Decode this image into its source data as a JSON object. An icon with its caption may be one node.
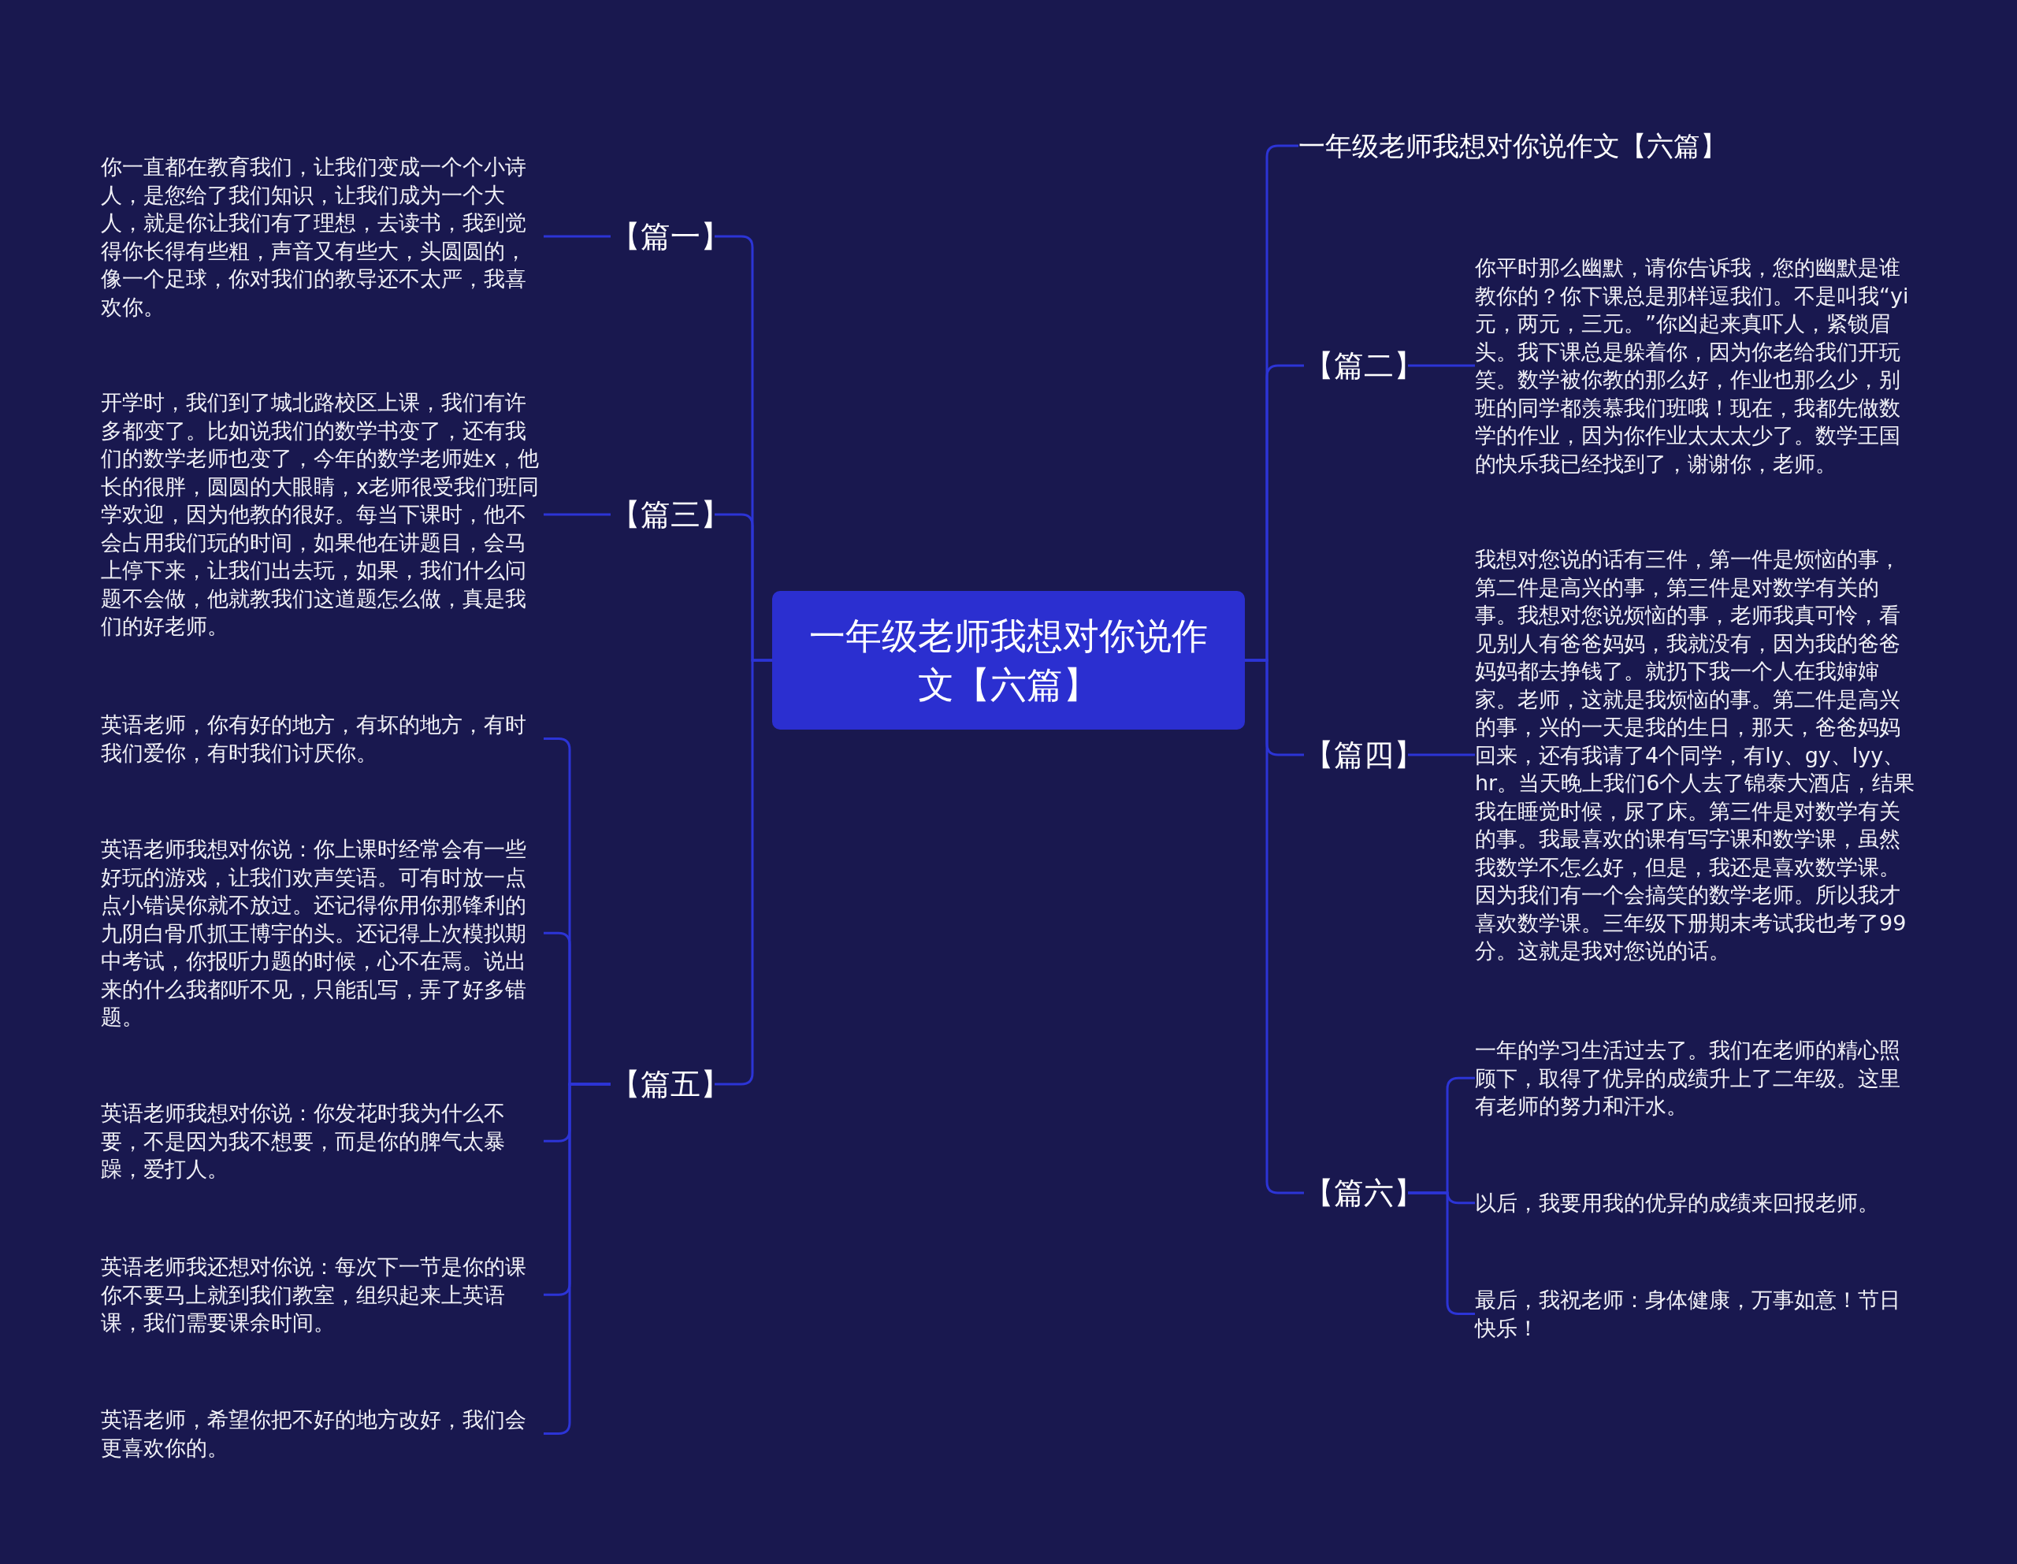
{
  "diagram": {
    "nodes": [
      {
        "text": [
          "一年级老师我想对你说作文【六篇】"
        ]
      },
      {
        "text": [
          "一年级老师我想对你说作文【六篇】"
        ]
      },
      {
        "text": [
          "【篇一】"
        ]
      },
      {
        "text": [
          "你一直都在教育我们，让我们变成一个个小诗人，是您给了我们知识，让我们成为一个大人，就是你让我们有了理想，去读书，我到觉得你长得有些粗，声音又有些大，头圆圆的，像一个足球，你对我们的教导还不太严，我喜欢你。"
        ]
      },
      {
        "text": [
          "【篇二】"
        ]
      },
      {
        "text": [
          "你平时那么幽默，请你告诉我，您的幽默是谁教你的？你下课总是那样逗我们。不是叫我“yi元，两元，三元。”你凶起来真吓人，紧锁眉头。我下课总是躲着你，因为你老给我们开玩笑。数学被你教的那么好，作业也那么少，别班的同学都羡慕我们班哦！现在，我都先做数学的作业，因为你作业太太太少了。数学王国的快乐我已经找到了，谢谢你，老师。"
        ]
      },
      {
        "text": [
          "【篇三】"
        ]
      },
      {
        "text": [
          "开学时，我们到了城北路校区上课，我们有许多都变了。比如说我们的数学书变了，还有我们的数学老师也变了，今年的数学老师姓x，他长的很胖，圆圆的大眼睛，x老师很受我们班同学欢迎，因为他教的很好。每当下课时，他不会占用我们玩的时间，如果他在讲题目，会马上停下来，让我们出去玩，如果，我们什么问题不会做，他就教我们这道题怎么做，真是我们的好老师。"
        ]
      },
      {
        "text": [
          "【篇四】"
        ]
      },
      {
        "text": [
          "我想对您说的话有三件，第一件是烦恼的事，第二件是高兴的事，第三件是对数学有关的事。我想对您说烦恼的事，老师我真可怜，看见别人有爸爸妈妈，我就没有，因为我的爸爸妈妈都去挣钱了。就扔下我一个人在我婶婶家。老师，这就是我烦恼的事。第二件是高兴的事，兴的一天是我的生日，那天，爸爸妈妈回来，还有我请了4个同学，有ly、gy、lyy、hr。当天晚上我们6个人去了锦泰大酒店，结果我在睡觉时候，尿了床。第三件是对数学有关的事。我最喜欢的课有写字课和数学课，虽然我数学不怎么好，但是，我还是喜欢数学课。因为我们有一个会搞笑的数学老师。所以我才喜欢数学课。三年级下册期末考试我也考了99分。这就是我对您说的话。"
        ]
      },
      {
        "text": [
          "【篇五】"
        ]
      },
      {
        "text": [
          "英语老师，你有好的地方，有坏的地方，有时我们爱你，有时我们讨厌你。"
        ]
      },
      {
        "text": [
          "英语老师我想对你说：你上课时经常会有一些好玩的游戏，让我们欢声笑语。可有时放一点点小错误你就不放过。还记得你用你那锋利的九阴白骨爪抓王博宇的头。还记得上次模拟期中考试，你报听力题的时候，心不在焉。说出来的什么我都听不见，只能乱写，弄了好多错题。"
        ]
      },
      {
        "text": [
          "英语老师我想对你说：你发花时我为什么不要，不是因为我不想要，而是你的脾气太暴躁，爱打人。"
        ]
      },
      {
        "text": [
          "英语老师我还想对你说：每次下一节是你的课你不要马上就到我们教室，组织起来上英语课，我们需要课余时间。"
        ]
      },
      {
        "text": [
          "英语老师，希望你把不好的地方改好，我们会更喜欢你的。"
        ]
      },
      {
        "text": [
          "【篇六】"
        ]
      },
      {
        "text": [
          "一年的学习生活过去了。我们在老师的精心照顾下，取得了优异的成绩升上了二年级。这里有老师的努力和汗水。"
        ]
      },
      {
        "text": [
          "以后，我要用我的优异的成绩来回报老师。"
        ]
      },
      {
        "text": [
          "最后，我祝老师：身体健康，万事如意！节日快乐！"
        ]
      }
    ],
    "edges": [
      {
        "from": 0,
        "to": 1,
        "arrow": "none"
      },
      {
        "from": 0,
        "to": 2,
        "arrow": "none"
      },
      {
        "from": 0,
        "to": 4,
        "arrow": "none"
      },
      {
        "from": 0,
        "to": 6,
        "arrow": "none"
      },
      {
        "from": 0,
        "to": 8,
        "arrow": "none"
      },
      {
        "from": 0,
        "to": 10,
        "arrow": "none"
      },
      {
        "from": 0,
        "to": 16,
        "arrow": "none"
      },
      {
        "from": 2,
        "to": 3,
        "arrow": "none"
      },
      {
        "from": 4,
        "to": 5,
        "arrow": "none"
      },
      {
        "from": 6,
        "to": 7,
        "arrow": "none"
      },
      {
        "from": 8,
        "to": 9,
        "arrow": "none"
      },
      {
        "from": 10,
        "to": 11,
        "arrow": "none"
      },
      {
        "from": 10,
        "to": 12,
        "arrow": "none"
      },
      {
        "from": 10,
        "to": 13,
        "arrow": "none"
      },
      {
        "from": 10,
        "to": 14,
        "arrow": "none"
      },
      {
        "from": 10,
        "to": 15,
        "arrow": "none"
      },
      {
        "from": 16,
        "to": 17,
        "arrow": "none"
      },
      {
        "from": 16,
        "to": 18,
        "arrow": "none"
      },
      {
        "from": 16,
        "to": 19,
        "arrow": "none"
      }
    ]
  }
}
